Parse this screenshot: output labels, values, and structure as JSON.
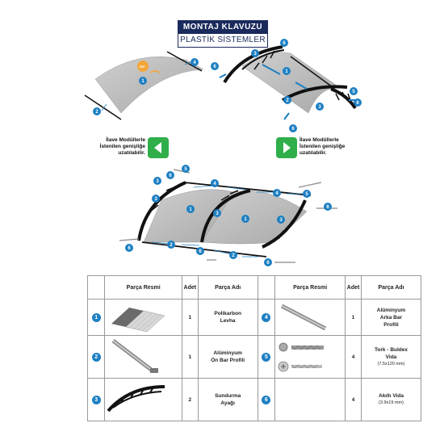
{
  "header": {
    "title": "MONTAJ KLAVUZU",
    "subtitle": "PLASTİK SİSTEMLER"
  },
  "callouts": {
    "left": [
      "İlave Modüllerle",
      "İstenilen genişliğe",
      "uzatılabilir."
    ],
    "right": [
      "İlave Modüllerle",
      "İstenilen genişliğe",
      "uzatılabilir."
    ]
  },
  "uv_label": "UV",
  "colors": {
    "accent": "#1d7fc2",
    "arrow_green": "#2fae4a",
    "header_navy": "#1b2a5c",
    "panel_grey": "#b9b9b9"
  },
  "step_numbers": [
    "1",
    "2",
    "3",
    "4",
    "5",
    "6"
  ],
  "table": {
    "headers": {
      "picture": "Parça Resmi",
      "qty": "Adet",
      "name": "Parça Adı"
    },
    "left": [
      {
        "no": "1",
        "qty": "1",
        "name": [
          "Polikarbon",
          "Levha"
        ],
        "sub": ""
      },
      {
        "no": "2",
        "qty": "1",
        "name": [
          "Alüminyum",
          "Ön Bar Profili"
        ],
        "sub": ""
      },
      {
        "no": "3",
        "qty": "2",
        "name": [
          "Sundurma",
          "Ayağı"
        ],
        "sub": ""
      }
    ],
    "right": [
      {
        "no": "4",
        "qty": "1",
        "name": [
          "Alüminyum",
          "Arka Bar",
          "Profili"
        ],
        "sub": ""
      },
      {
        "no": "5",
        "qty": "4",
        "name": [
          "Tork - Buldex",
          "Vida"
        ],
        "sub": "(7.5x120 mm)"
      },
      {
        "no": "6",
        "qty": "4",
        "name": [
          "Akıllı Vida"
        ],
        "sub": "(3.9x19 mm)"
      }
    ]
  }
}
